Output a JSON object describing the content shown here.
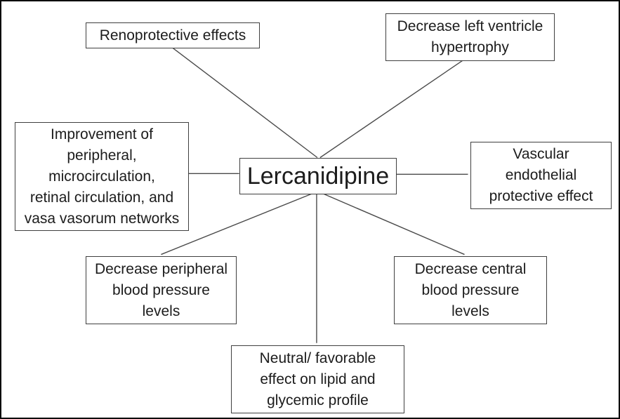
{
  "diagram": {
    "title": "Lercanidipine effects concept map",
    "center_node": {
      "id": "lercanidipine",
      "label": "Lercanidipine"
    },
    "nodes": [
      {
        "id": "renoprotective",
        "label": "Renoprotective effects"
      },
      {
        "id": "lv-hypertrophy",
        "label": "Decrease left ventricle\nhypertrophy"
      },
      {
        "id": "microcirculation",
        "label": "Improvement of\nperipheral,\nmicrocirculation,\nretinal circulation, and\nvasa vasorum networks"
      },
      {
        "id": "vascular",
        "label": "Vascular\nendothelial\nprotective effect"
      },
      {
        "id": "peripheral-bp",
        "label": "Decrease peripheral\nblood pressure\nlevels"
      },
      {
        "id": "central-bp",
        "label": "Decrease central\nblood pressure\nlevels"
      },
      {
        "id": "lipid-glycemic",
        "label": "Neutral/ favorable\neffect on lipid and\nglycemic profile"
      }
    ],
    "edges": [
      {
        "from": "lercanidipine",
        "to": "renoprotective"
      },
      {
        "from": "lercanidipine",
        "to": "lv-hypertrophy"
      },
      {
        "from": "lercanidipine",
        "to": "microcirculation"
      },
      {
        "from": "lercanidipine",
        "to": "vascular"
      },
      {
        "from": "lercanidipine",
        "to": "peripheral-bp"
      },
      {
        "from": "lercanidipine",
        "to": "central-bp"
      },
      {
        "from": "lercanidipine",
        "to": "lipid-glycemic"
      }
    ],
    "colors": {
      "background": "#ffffff",
      "box_border": "#3f3f3f",
      "outer_frame": "#0a0a0a",
      "text": "#1c1c1c",
      "connector": "#4a4a4a"
    }
  }
}
